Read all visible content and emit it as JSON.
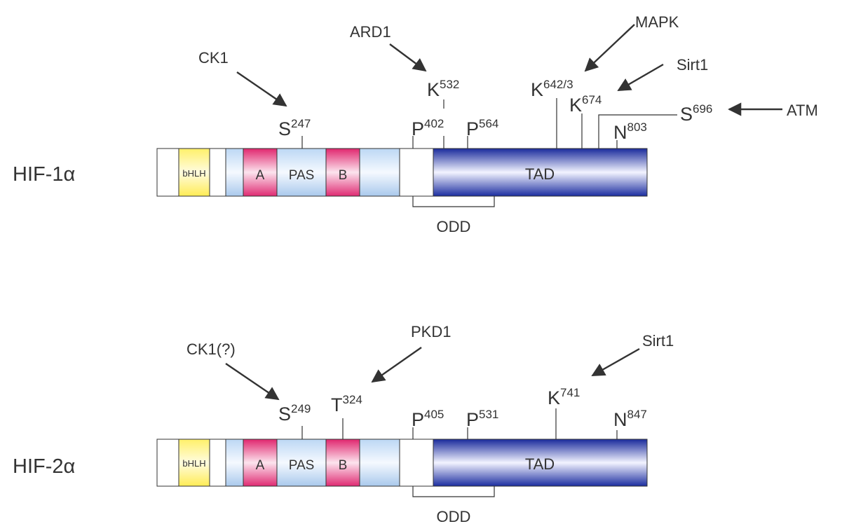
{
  "proteins": [
    {
      "name": "HIF-1α",
      "domains": {
        "bhlh": "bHLH",
        "a": "A",
        "pas": "PAS",
        "b": "B",
        "tad": "TAD",
        "odd": "ODD"
      },
      "sites": [
        {
          "res": "S",
          "num": "247"
        },
        {
          "res": "P",
          "num": "402"
        },
        {
          "res": "K",
          "num": "532"
        },
        {
          "res": "P",
          "num": "564"
        },
        {
          "res": "K",
          "num": "642/3"
        },
        {
          "res": "K",
          "num": "674"
        },
        {
          "res": "N",
          "num": "803"
        },
        {
          "res": "S",
          "num": "696"
        }
      ],
      "enzymes": [
        "CK1",
        "ARD1",
        "MAPK",
        "Sirt1",
        "ATM"
      ]
    },
    {
      "name": "HIF-2α",
      "domains": {
        "bhlh": "bHLH",
        "a": "A",
        "pas": "PAS",
        "b": "B",
        "tad": "TAD",
        "odd": "ODD"
      },
      "sites": [
        {
          "res": "S",
          "num": "249"
        },
        {
          "res": "T",
          "num": "324"
        },
        {
          "res": "P",
          "num": "405"
        },
        {
          "res": "P",
          "num": "531"
        },
        {
          "res": "K",
          "num": "741"
        },
        {
          "res": "N",
          "num": "847"
        }
      ],
      "enzymes": [
        "CK1(?)",
        "PKD1",
        "Sirt1"
      ]
    }
  ],
  "colors": {
    "bhlh": "#fff27a",
    "pas_box": "#b7d6f2",
    "pink": "#e4307a",
    "tad": "#1c2fa0",
    "line": "#333333"
  }
}
